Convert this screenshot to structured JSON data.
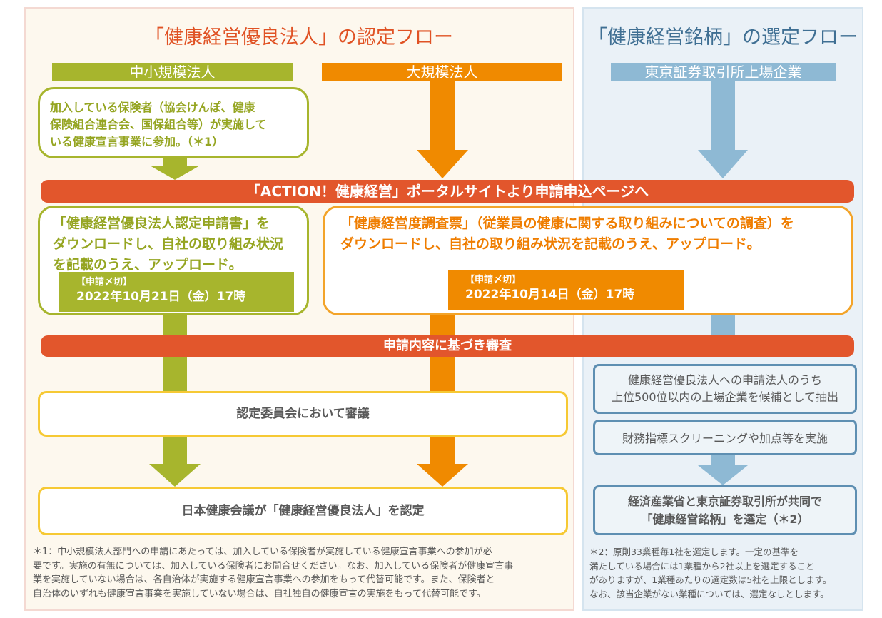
{
  "left_flow": {
    "title": "「健康経営優良法人」の認定フロー",
    "categories": {
      "sme": "中小規模法人",
      "large": "大規模法人"
    },
    "sme_step1": [
      "加入している保険者（協会けんぽ、健康",
      "保険組合連合会、国保組合等）が実施して",
      "いる健康宣言事業に参加。（＊1）"
    ],
    "sme_apply": [
      "「健康経営優良法人認定申請書」を",
      "ダウンロードし、自社の取り組み状況",
      "を記載のうえ、アップロード。"
    ],
    "sme_deadline": {
      "label": "【申請〆切】",
      "date": "2022年10月21日（金）17時"
    },
    "large_apply": [
      "「健康経営度調査票」（従業員の健康に関する取り組みについての調査）を",
      "ダウンロードし、自社の取り組み状況を記載のうえ、アップロード。"
    ],
    "large_deadline": {
      "label": "【申請〆切】",
      "date": "2022年10月14日（金）17時"
    },
    "committee": "認定委員会において審議",
    "certification": "日本健康会議が「健康経営優良法人」を認定",
    "footnote": [
      "＊1：中小規模法人部門への申請にあたっては、加入している保険者が実施している健康宣言事業への参加が必",
      "要です。実施の有無については、加入している保険者にお問合せください。なお、加入している保険者が健康宣言事",
      "業を実施していない場合は、各自治体が実施する健康宣言事業への参加をもって代替可能です。また、保険者と",
      "自治体のいずれも健康宣言事業を実施していない場合は、自社独自の健康宣言の実施をもって代替可能です。"
    ]
  },
  "right_flow": {
    "title": "「健康経営銘柄」の選定フロー",
    "category": "東京証券取引所上場企業",
    "step_candidates": [
      "健康経営優良法人への申請法人のうち",
      "上位500位以内の上場企業を候補として抽出"
    ],
    "step_screening": "財務指標スクリーニングや加点等を実施",
    "step_selection": [
      "経済産業省と東京証券取引所が共同で",
      "「健康経営銘柄」を選定（＊2）"
    ],
    "footnote": [
      "＊2：原則33業種毎1社を選定します。一定の基準を",
      "満たしている場合には1業種から2社以上を選定すること",
      "がありますが、1業種あたりの選定数は5社を上限とします。",
      "なお、該当企業がない業種については、選定なしとします。"
    ]
  },
  "shared": {
    "portal_band": "「ACTION！健康経営」ポータルサイトより申請申込ページへ",
    "review_band": "申請内容に基づき審査"
  },
  "colors": {
    "green": "#a7b52d",
    "orange": "#f08a00",
    "blue": "#8eb9d4",
    "band": "#e2562c",
    "yellow_border": "#f6c934",
    "left_bg": "#fdf8ee",
    "right_bg": "#eaf1f7"
  }
}
